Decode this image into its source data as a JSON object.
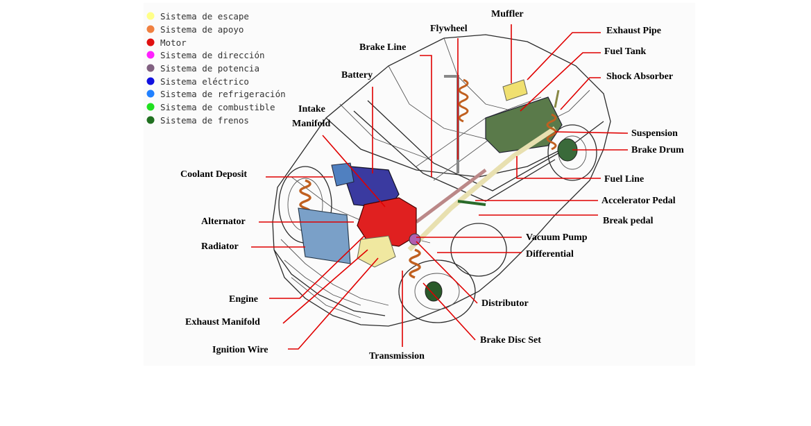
{
  "legend": [
    {
      "label": "Sistema de escape",
      "color": "#ffff88"
    },
    {
      "label": "Sistema de apoyo",
      "color": "#f08040"
    },
    {
      "label": "Motor",
      "color": "#e01010"
    },
    {
      "label": "Sistema de dirección",
      "color": "#ff20ff"
    },
    {
      "label": "Sistema de potencia",
      "color": "#806080"
    },
    {
      "label": "Sistema eléctrico",
      "color": "#1010e0"
    },
    {
      "label": "Sistema de refrigeración",
      "color": "#2080ff"
    },
    {
      "label": "Sistema de combustible",
      "color": "#20e020"
    },
    {
      "label": "Sistema de frenos",
      "color": "#207020"
    }
  ],
  "labels": {
    "muffler": "Muffler",
    "flywheel": "Flywheel",
    "exhaust_pipe": "Exhaust Pipe",
    "brake_line": "Brake Line",
    "fuel_tank": "Fuel Tank",
    "battery": "Battery",
    "shock_absorber": "Shock Absorber",
    "intake_manifold_1": "Intake",
    "intake_manifold_2": "Manifold",
    "suspension": "Suspension",
    "brake_drum": "Brake Drum",
    "coolant_deposit": "Coolant Deposit",
    "fuel_line": "Fuel Line",
    "accelerator_pedal": "Accelerator Pedal",
    "alternator": "Alternator",
    "break_pedal": "Break pedal",
    "vacuum_pump": "Vacuum Pump",
    "radiator": "Radiator",
    "differential": "Differential",
    "engine": "Engine",
    "distributor": "Distributor",
    "exhaust_manifold": "Exhaust Manifold",
    "ignition_wire": "Ignition Wire",
    "brake_disc_set": "Brake Disc Set",
    "transmission": "Transmission"
  },
  "colors": {
    "leader_line": "#e00000",
    "label_text": "#000000"
  }
}
